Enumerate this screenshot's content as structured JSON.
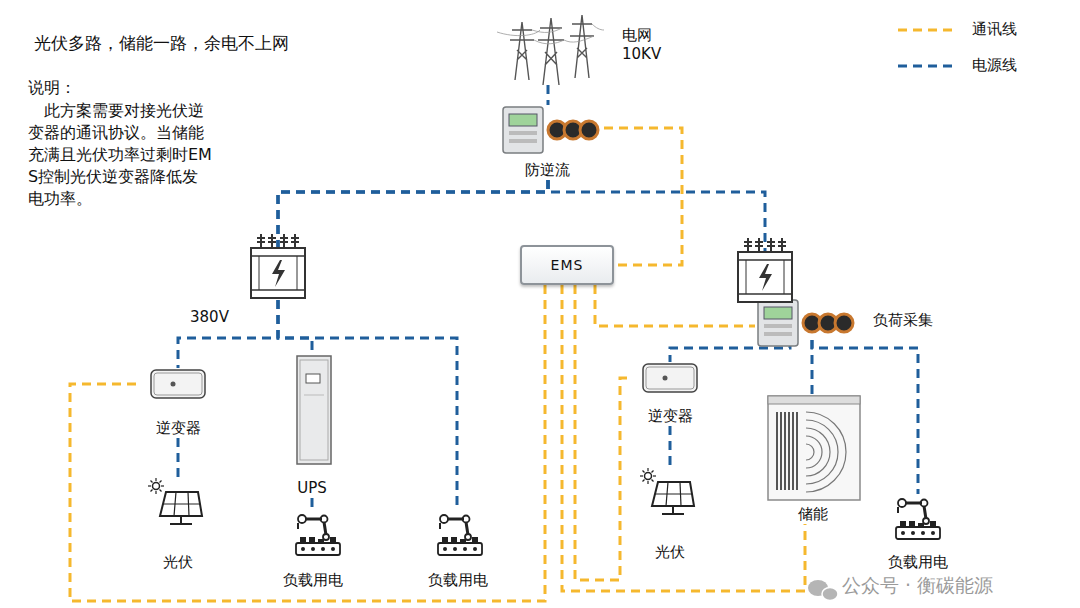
{
  "diagram": {
    "title": "光伏多路，储能一路，余电不上网",
    "nodes": [
      {
        "text": [
          "电网 10KV"
        ]
      },
      {
        "text": [
          "防逆流"
        ]
      },
      {
        "text": [
          "EMS"
        ]
      },
      {
        "text": [
          "逆变器"
        ]
      },
      {
        "text": [
          "光伏"
        ]
      },
      {
        "text": [
          "UPS"
        ]
      },
      {
        "text": [
          "负载用电"
        ]
      },
      {
        "text": [
          "负载用电"
        ]
      },
      {
        "text": [
          "负荷采集"
        ]
      },
      {
        "text": [
          "逆变器"
        ]
      },
      {
        "text": [
          "光伏"
        ]
      },
      {
        "text": [
          "储能"
        ]
      },
      {
        "text": [
          "负载用电"
        ]
      }
    ],
    "edges": [
      {
        "from": 0,
        "to": 1,
        "arrow": "none"
      },
      {
        "from": 1,
        "to": 3,
        "arrow": "none"
      },
      {
        "from": 1,
        "to": 5,
        "arrow": "none"
      },
      {
        "from": 1,
        "to": 7,
        "arrow": "none"
      },
      {
        "from": 1,
        "to": 8,
        "arrow": "none"
      },
      {
        "from": 8,
        "to": 9,
        "arrow": "none"
      },
      {
        "from": 8,
        "to": 11,
        "arrow": "none"
      },
      {
        "from": 8,
        "to": 12,
        "arrow": "none"
      },
      {
        "from": 3,
        "to": 4,
        "arrow": "none"
      },
      {
        "from": 9,
        "to": 10,
        "arrow": "none"
      },
      {
        "from": 5,
        "to": 6,
        "arrow": "none"
      },
      {
        "from": 1,
        "to": 2,
        "arrow": "none"
      },
      {
        "from": 2,
        "to": 3,
        "arrow": "none"
      },
      {
        "from": 2,
        "to": 9,
        "arrow": "none"
      },
      {
        "from": 2,
        "to": 8,
        "arrow": "none"
      },
      {
        "from": 2,
        "to": 11,
        "arrow": "none"
      }
    ],
    "labels": [
      "380V",
      "说明：",
      "此方案需要对接光伏逆变器的通讯协议。当储能充满且光伏功率过剩时EMS控制光伏逆变器降低发电功率。",
      "公众号 · 衡碳能源"
    ],
    "legend": [
      {
        "text": "通讯线"
      },
      {
        "text": "电源线"
      }
    ]
  }
}
